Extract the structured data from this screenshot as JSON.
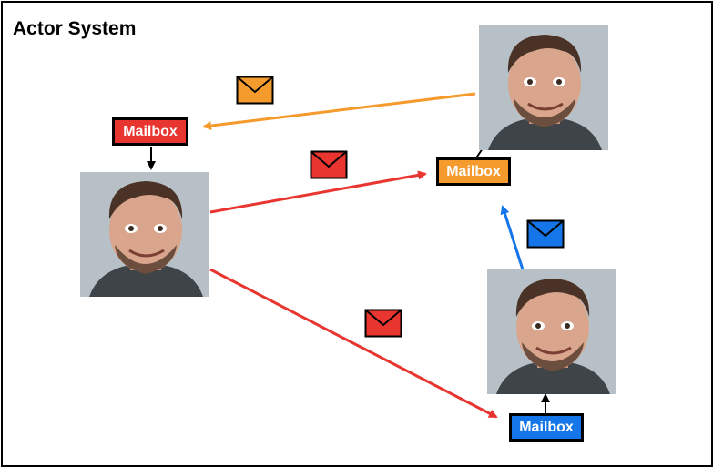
{
  "title": "Actor System",
  "mailboxes": {
    "red": {
      "label": "Mailbox",
      "color": "#E8352F"
    },
    "orange": {
      "label": "Mailbox",
      "color": "#F59A2C"
    },
    "blue": {
      "label": "Mailbox",
      "color": "#1476E8"
    }
  },
  "actors": {
    "left": {
      "icon": "person-portrait-icon"
    },
    "top_right": {
      "icon": "person-portrait-icon"
    },
    "bottom_right": {
      "icon": "person-portrait-icon"
    }
  },
  "messages": {
    "orange": {
      "icon": "envelope-icon",
      "color": "#F59A2C"
    },
    "red_top": {
      "icon": "envelope-icon",
      "color": "#E8352F"
    },
    "blue": {
      "icon": "envelope-icon",
      "color": "#1476E8"
    },
    "red_bottom": {
      "icon": "envelope-icon",
      "color": "#E8352F"
    }
  }
}
